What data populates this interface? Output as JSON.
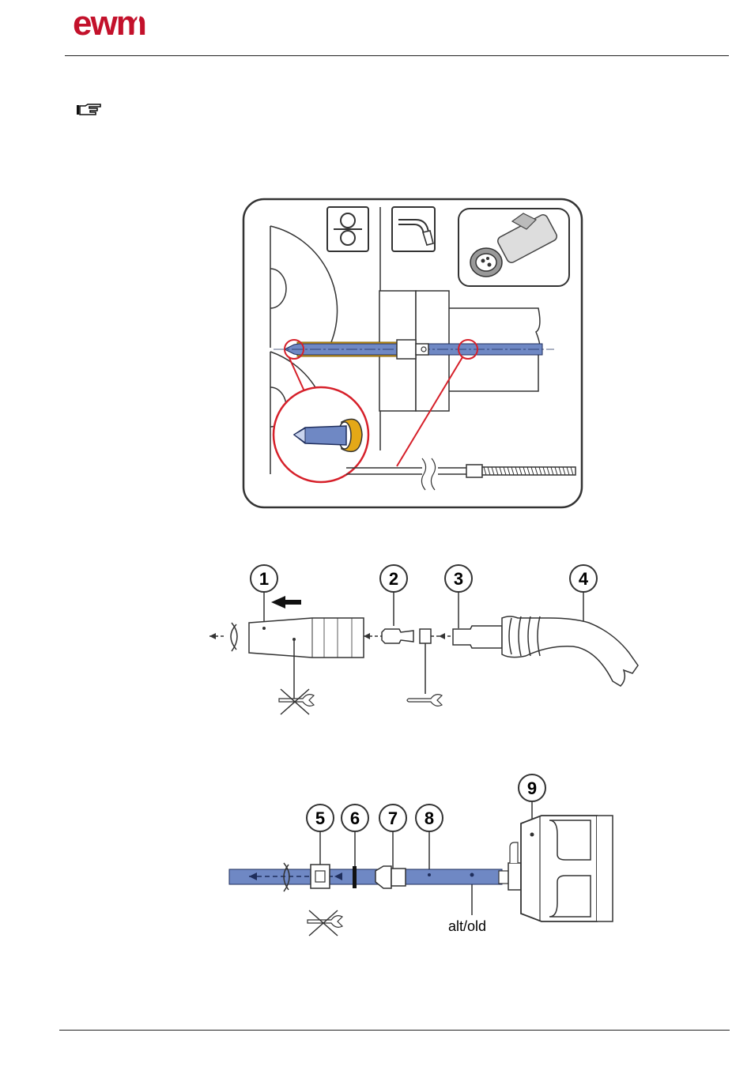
{
  "header": {
    "logo_text": "ewm"
  },
  "note": {
    "icon": "pointing-hand-icon"
  },
  "figure1": {
    "icons": [
      "drive-rolls-icon",
      "torch-neck-icon",
      "connector-plug-photo"
    ],
    "colors": {
      "liner": "#6f88c4",
      "guide_tube": "#e4a817",
      "highlight": "#d6202a",
      "frame": "#333333"
    }
  },
  "figure2": {
    "callouts": [
      "1",
      "2",
      "3",
      "4"
    ],
    "tool_icons": [
      "no-wrench-icon",
      "wrench-icon"
    ]
  },
  "figure3": {
    "callouts": [
      "5",
      "6",
      "7",
      "8",
      "9"
    ],
    "label_old": "alt/old",
    "tool_icons": [
      "no-wrench-icon"
    ]
  }
}
